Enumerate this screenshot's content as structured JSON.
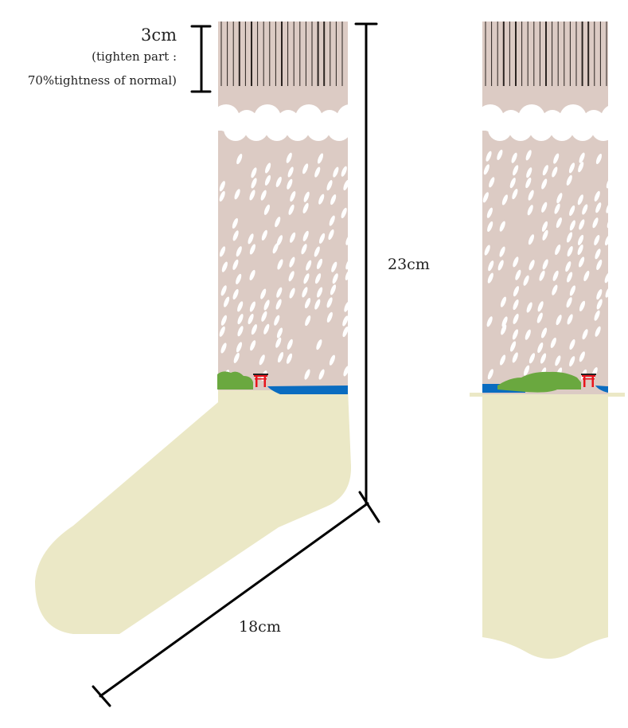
{
  "labels": {
    "cuff_height": "3cm",
    "cuff_note_1": "(tighten part :",
    "cuff_note_2": "70%tightness of normal)",
    "leg_height": "23cm",
    "foot_length": "18cm"
  },
  "colors": {
    "sock_leg": "#dccbc4",
    "sock_foot": "#ebe8c6",
    "trees": "#6aa83f",
    "water": "#0a6cc0",
    "torii": "#e8141c",
    "rib_lines": "#2a2320",
    "dimension_lines": "#000000"
  }
}
